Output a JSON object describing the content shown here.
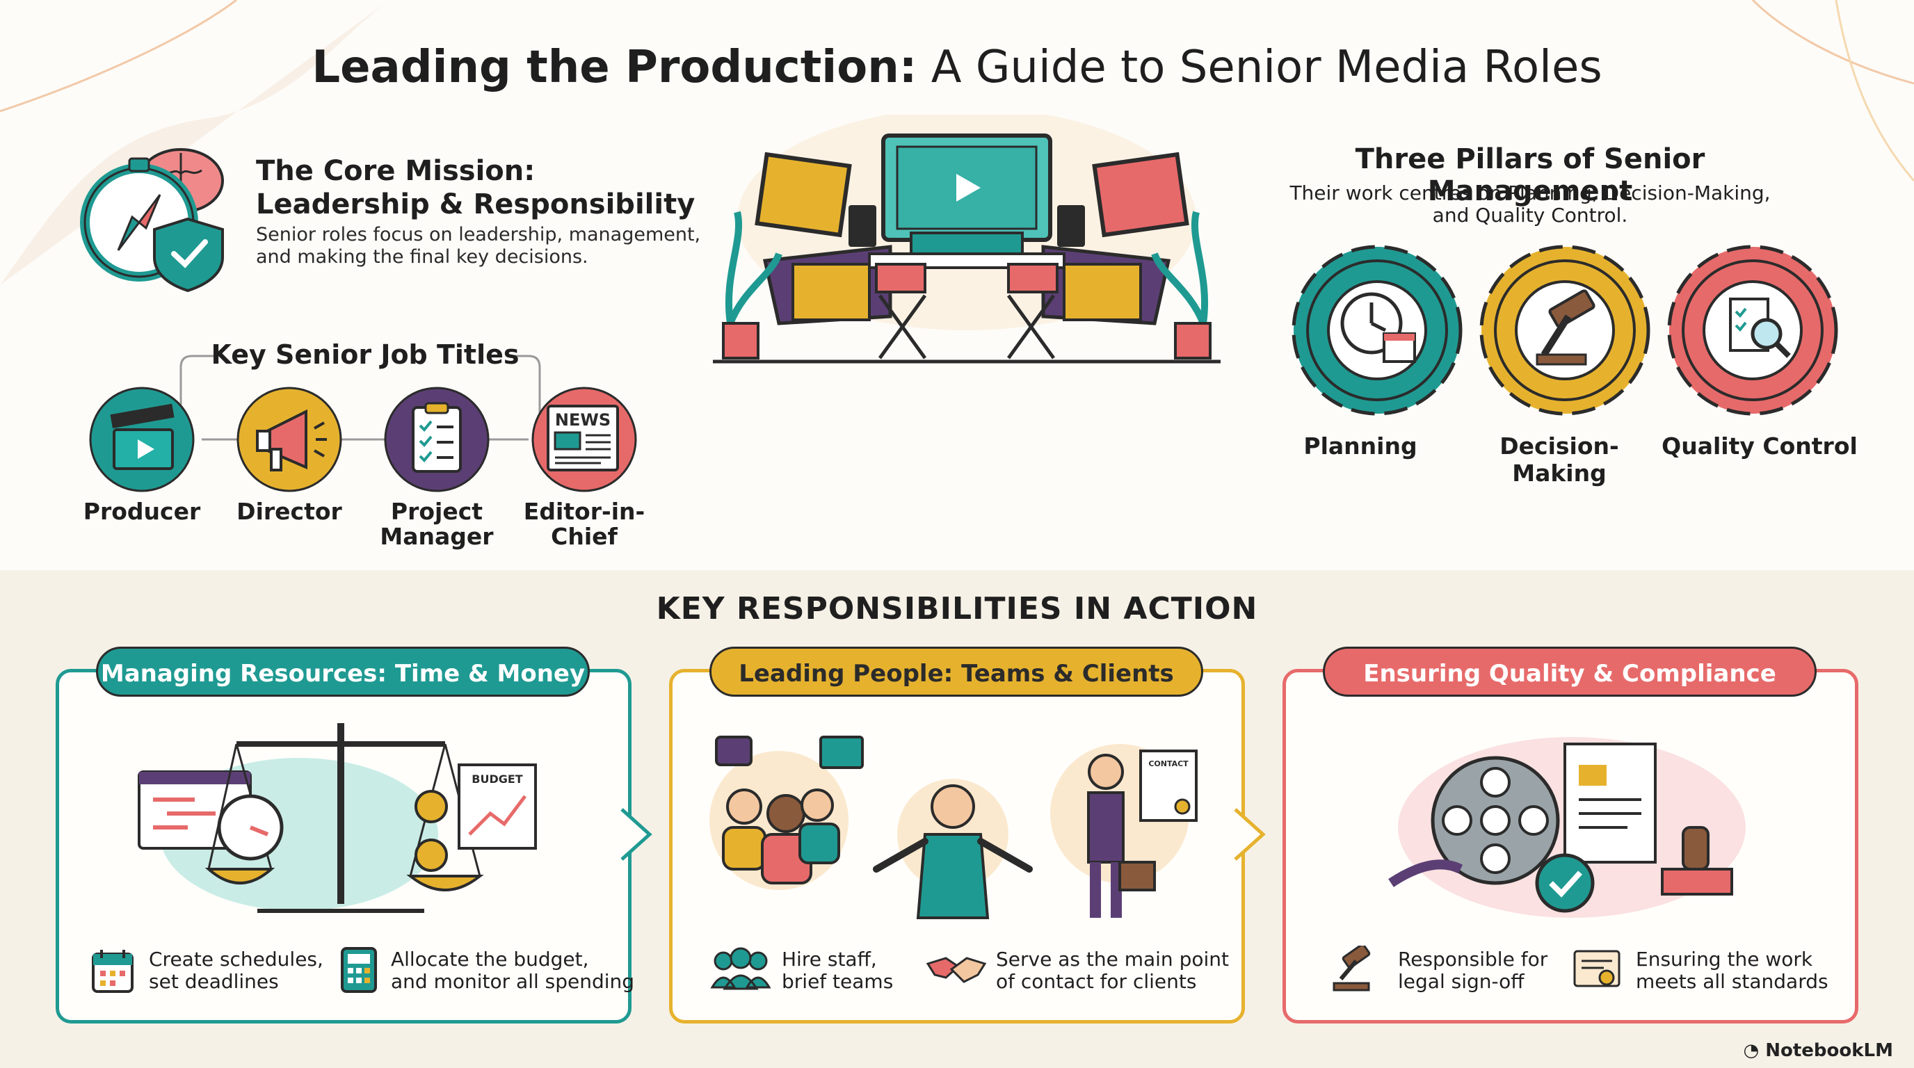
{
  "title": {
    "bold": "Leading the Production:",
    "regular": "A Guide to Senior Media Roles"
  },
  "mission": {
    "title_line1": "The Core Mission:",
    "title_line2": "Leadership & Responsibility",
    "body_line1": "Senior roles focus on leadership, management,",
    "body_line2": "and making the final key decisions."
  },
  "jobs": {
    "heading": "Key Senior Job Titles",
    "items": [
      {
        "label": "Producer",
        "icon": "clapperboard-icon",
        "color": "#1f9a92"
      },
      {
        "label": "Director",
        "icon": "megaphone-icon",
        "color": "#e6b22e"
      },
      {
        "label_line1": "Project",
        "label_line2": "Manager",
        "icon": "checklist-icon",
        "color": "#5b3f74"
      },
      {
        "label": "Editor-in-Chief",
        "icon": "newspaper-icon",
        "color": "#e76a6a",
        "badge": "NEWS"
      }
    ]
  },
  "pillars": {
    "title": "Three Pillars of Senior Management",
    "sub_line1": "Their work centres on Planning, Decision-Making,",
    "sub_line2": "and Quality Control.",
    "items": [
      {
        "label": "Planning",
        "icon": "clock-calendar-icon",
        "color": "#1f9a92"
      },
      {
        "label": "Decision-Making",
        "icon": "gavel-icon",
        "color": "#e6b22e"
      },
      {
        "label": "Quality Control",
        "icon": "magnifier-checklist-icon",
        "color": "#e76a6a"
      }
    ]
  },
  "responsibilities": {
    "heading": "KEY RESPONSIBILITIES IN ACTION",
    "panels": [
      {
        "title": "Managing Resources: Time & Money",
        "color": "#1f9a92",
        "badge": "BUDGET",
        "items": [
          {
            "line1": "Create schedules,",
            "line2": "set deadlines",
            "icon": "calendar-icon"
          },
          {
            "line1": "Allocate the budget,",
            "line2": "and monitor all spending",
            "icon": "calculator-icon"
          }
        ]
      },
      {
        "title": "Leading People: Teams & Clients",
        "color": "#e6b22e",
        "badge": "CONTACT",
        "items": [
          {
            "line1": "Hire staff,",
            "line2": "brief teams",
            "icon": "team-icon"
          },
          {
            "line1": "Serve as the main point",
            "line2": "of contact for clients",
            "icon": "handshake-icon"
          }
        ]
      },
      {
        "title": "Ensuring Quality & Compliance",
        "color": "#e76a6a",
        "items": [
          {
            "line1": "Responsible for",
            "line2": "legal sign-off",
            "icon": "gavel-icon"
          },
          {
            "line1": "Ensuring the work",
            "line2": "meets all standards",
            "icon": "certificate-icon"
          }
        ]
      }
    ]
  },
  "footer": {
    "brand": "NotebookLM"
  }
}
